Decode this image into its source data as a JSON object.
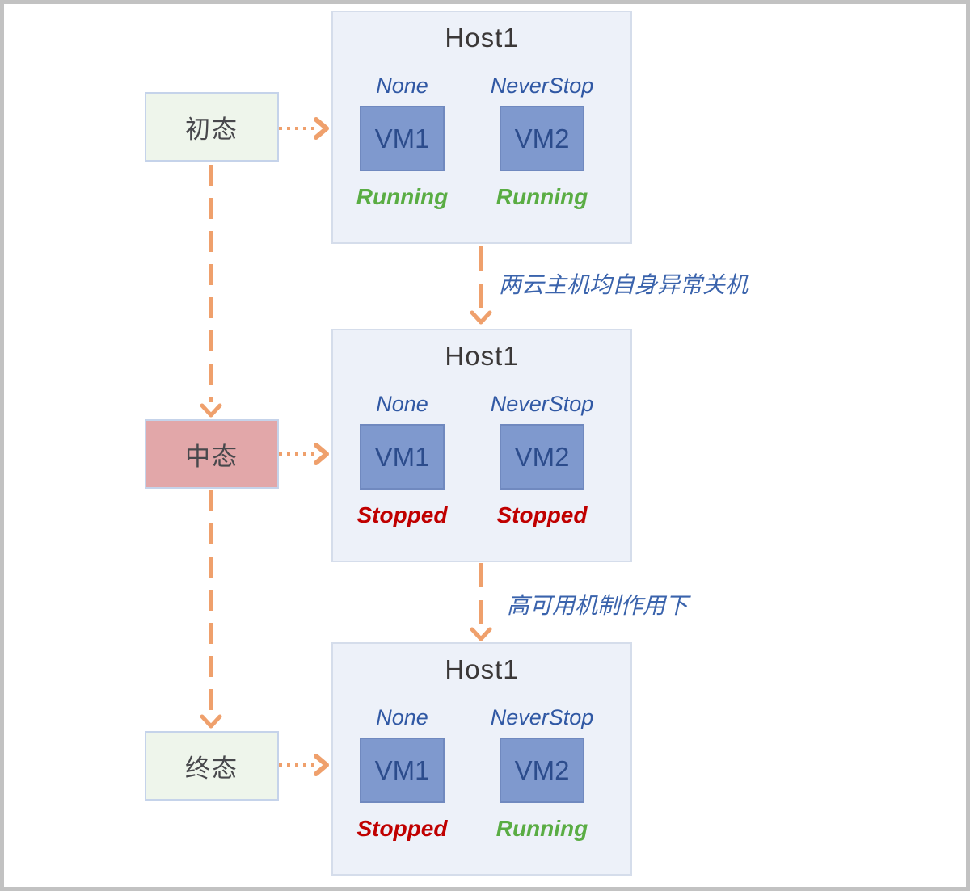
{
  "colors": {
    "arrow": "#EFA06C",
    "panel_bg": "#EDF1F9",
    "panel_border": "#D5DDEB",
    "state_border": "#C5D3EA",
    "state_green_bg": "#EEF5EB",
    "state_pink_bg": "#E2A7A9",
    "state_label_text": "#48484C",
    "host_title_text": "#3B3838",
    "vm_fill": "#7F99CE",
    "vm_border": "#7089BF",
    "vm_text": "#2C4C8C",
    "policy_text": "#3058A4",
    "running_text": "#5AAD44",
    "stopped_text": "#C00000",
    "transition_text": "#3A63AC"
  },
  "states": [
    {
      "label": "初态",
      "bg": "#EEF5EB"
    },
    {
      "label": "中态",
      "bg": "#E2A7A9"
    },
    {
      "label": "终态",
      "bg": "#EEF5EB"
    }
  ],
  "transitions": [
    {
      "label": "两云主机均自身异常关机"
    },
    {
      "label": "高可用机制作用下"
    }
  ],
  "hosts": [
    {
      "title": "Host1",
      "vms": [
        {
          "policy": "None",
          "name": "VM1",
          "status": "Running",
          "status_color": "#5AAD44"
        },
        {
          "policy": "NeverStop",
          "name": "VM2",
          "status": "Running",
          "status_color": "#5AAD44"
        }
      ]
    },
    {
      "title": "Host1",
      "vms": [
        {
          "policy": "None",
          "name": "VM1",
          "status": "Stopped",
          "status_color": "#C00000"
        },
        {
          "policy": "NeverStop",
          "name": "VM2",
          "status": "Stopped",
          "status_color": "#C00000"
        }
      ]
    },
    {
      "title": "Host1",
      "vms": [
        {
          "policy": "None",
          "name": "VM1",
          "status": "Stopped",
          "status_color": "#C00000"
        },
        {
          "policy": "NeverStop",
          "name": "VM2",
          "status": "Running",
          "status_color": "#5AAD44"
        }
      ]
    }
  ]
}
